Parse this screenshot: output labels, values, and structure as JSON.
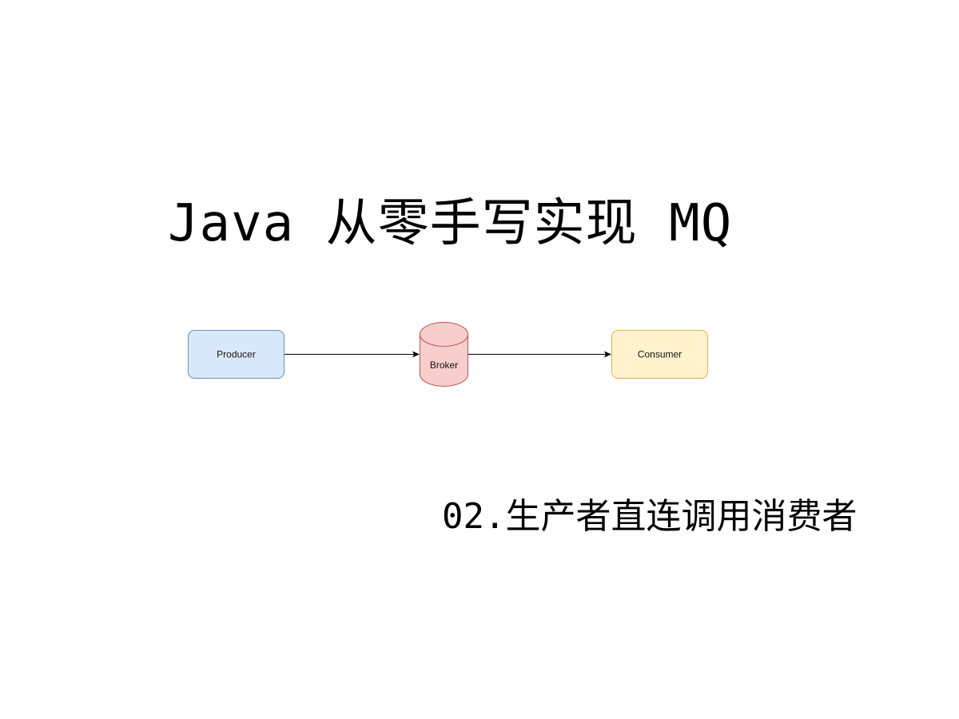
{
  "title": "Java 从零手写实现 MQ",
  "subtitle": "02.生产者直连调用消费者",
  "diagram": {
    "nodes": [
      {
        "id": "producer",
        "label": "Producer",
        "shape": "rounded-rect",
        "fill": "#dae8fc",
        "stroke": "#6c8ebf"
      },
      {
        "id": "broker",
        "label": "Broker",
        "shape": "cylinder",
        "fill": "#f8cecc",
        "stroke": "#b85450"
      },
      {
        "id": "consumer",
        "label": "Consumer",
        "shape": "rounded-rect",
        "fill": "#fff2cc",
        "stroke": "#d6b656"
      }
    ],
    "edges": [
      {
        "from": "producer",
        "to": "broker"
      },
      {
        "from": "broker",
        "to": "consumer"
      }
    ]
  }
}
